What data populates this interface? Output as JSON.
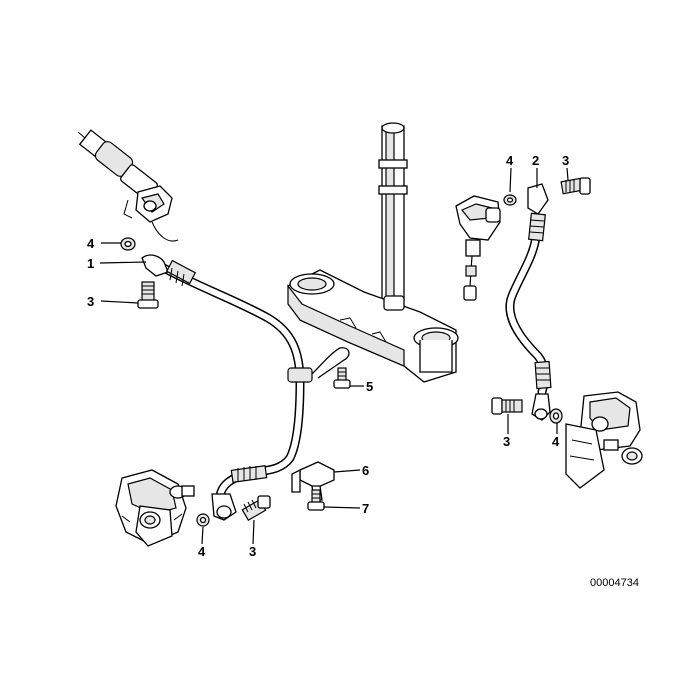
{
  "diagram_code": "00004734",
  "callouts": [
    {
      "id": "c1",
      "label": "1"
    },
    {
      "id": "c2",
      "label": "2"
    },
    {
      "id": "c3a",
      "label": "3"
    },
    {
      "id": "c3b",
      "label": "3"
    },
    {
      "id": "c3c",
      "label": "3"
    },
    {
      "id": "c3d",
      "label": "3"
    },
    {
      "id": "c4a",
      "label": "4"
    },
    {
      "id": "c4b",
      "label": "4"
    },
    {
      "id": "c4c",
      "label": "4"
    },
    {
      "id": "c4d",
      "label": "4"
    },
    {
      "id": "c5",
      "label": "5"
    },
    {
      "id": "c6",
      "label": "6"
    },
    {
      "id": "c7",
      "label": "7"
    }
  ]
}
